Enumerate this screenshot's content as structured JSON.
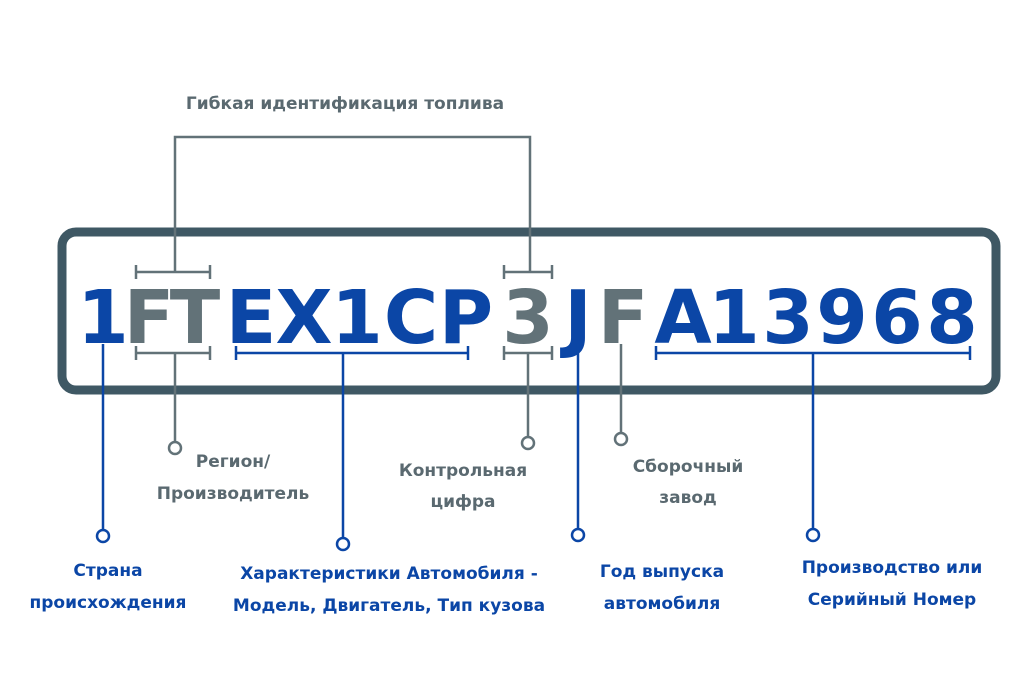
{
  "colors": {
    "blue": "#0b46a6",
    "gray": "#627278",
    "frame": "#3f5864"
  },
  "vin": {
    "chars": [
      {
        "ch": "1",
        "color": "blue"
      },
      {
        "ch": "F",
        "color": "gray"
      },
      {
        "ch": "T",
        "color": "gray"
      },
      {
        "ch": "E",
        "color": "blue"
      },
      {
        "ch": "X",
        "color": "blue"
      },
      {
        "ch": "1",
        "color": "blue"
      },
      {
        "ch": "C",
        "color": "blue"
      },
      {
        "ch": "P",
        "color": "blue"
      },
      {
        "ch": "3",
        "color": "gray"
      },
      {
        "ch": "J",
        "color": "blue"
      },
      {
        "ch": "F",
        "color": "gray"
      },
      {
        "ch": "A",
        "color": "blue"
      },
      {
        "ch": "1",
        "color": "blue"
      },
      {
        "ch": "3",
        "color": "blue"
      },
      {
        "ch": "9",
        "color": "blue"
      },
      {
        "ch": "6",
        "color": "blue"
      },
      {
        "ch": "8",
        "color": "blue"
      }
    ]
  },
  "labels": {
    "flex_fuel": "Гибкая идентификация топлива",
    "region": {
      "line1": "Регион/",
      "line2": "Производитель"
    },
    "check_digit": {
      "line1": "Контрольная",
      "line2": "цифра"
    },
    "plant": {
      "line1": "Сборочный",
      "line2": "завод"
    },
    "country": {
      "line1": "Страна",
      "line2": "происхождения"
    },
    "features": {
      "line1": "Характеристики Автомобиля -",
      "line2": "Модель, Двигатель, Тип кузова"
    },
    "year": {
      "line1": "Год выпуска",
      "line2": "автомобиля"
    },
    "serial": {
      "line1": "Производство или",
      "line2": "Серийный Номер"
    }
  }
}
